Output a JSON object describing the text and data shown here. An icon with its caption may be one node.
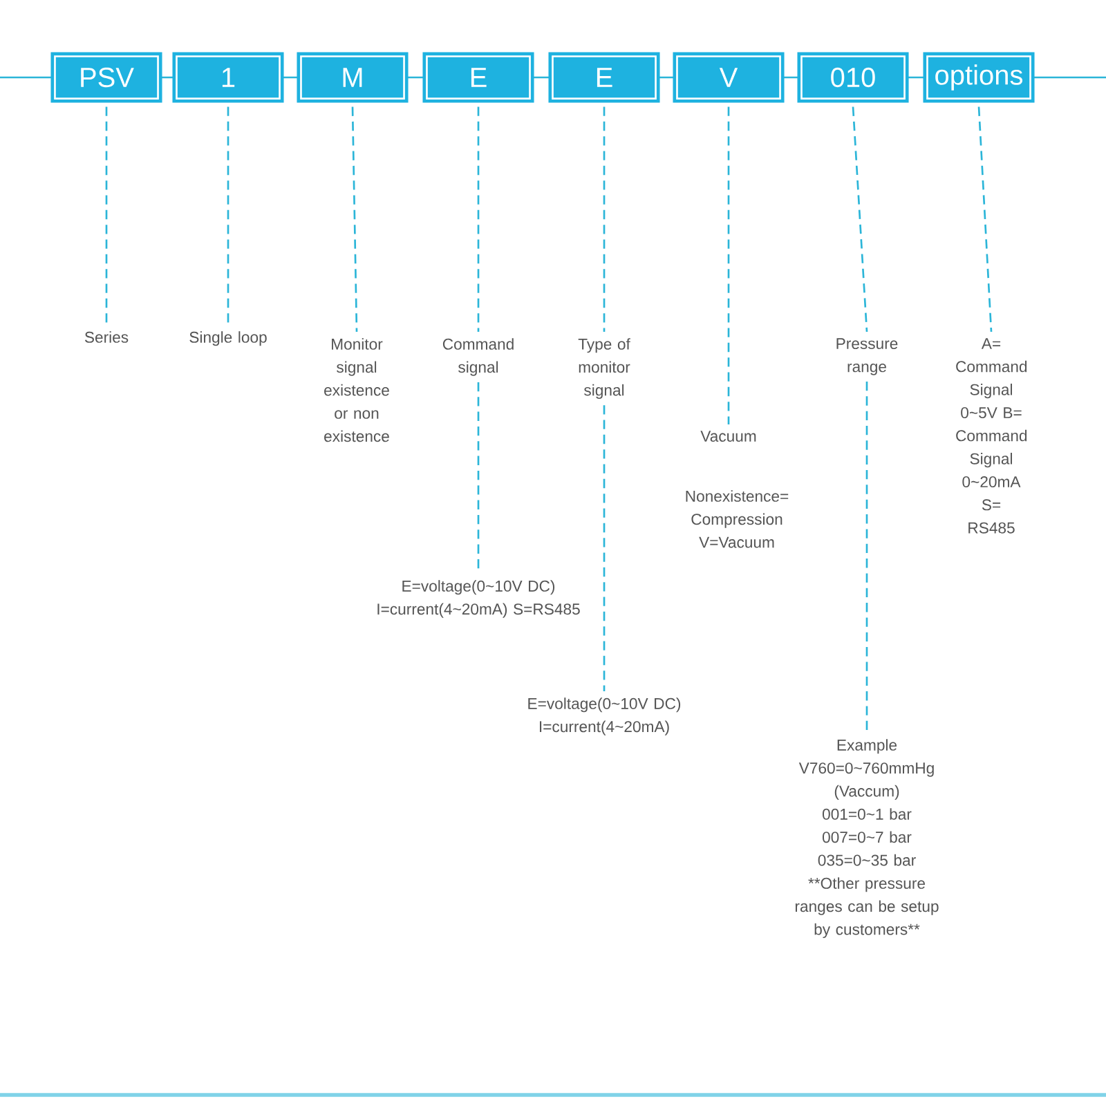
{
  "diagram": {
    "nodes": [
      {
        "text": [
          "PSV"
        ]
      },
      {
        "text": [
          "1"
        ]
      },
      {
        "text": [
          "M"
        ]
      },
      {
        "text": [
          "E"
        ]
      },
      {
        "text": [
          "E"
        ]
      },
      {
        "text": [
          "V"
        ]
      },
      {
        "text": [
          "010"
        ]
      },
      {
        "text": [
          "options"
        ]
      },
      {
        "text": [
          "Series"
        ]
      },
      {
        "text": [
          "Single loop"
        ]
      },
      {
        "text": [
          "Monitor signal existence or non existence"
        ]
      },
      {
        "text": [
          "Command signal"
        ]
      },
      {
        "text": [
          "E=voltage(0~10V DC) I=current(4~20mA) S=RS485"
        ]
      },
      {
        "text": [
          "Type of monitor signal"
        ]
      },
      {
        "text": [
          "E=voltage(0~10V DC) I=current(4~20mA)"
        ]
      },
      {
        "text": [
          "Vacuum"
        ]
      },
      {
        "text": [
          "Pressure range"
        ]
      },
      {
        "text": [
          "Example",
          "V760=0~760mmHg (Vaccum)",
          "001=0~1 bar",
          "007=0~7 bar",
          "035=0~35 bar",
          "**Other pressure ranges can be setup by customers",
          "**"
        ]
      },
      {
        "text": [
          "A= Command Signal 0~5V B= Command Signal 0~20mA S= RS485"
        ]
      }
    ],
    "edges": [
      {
        "from": 0,
        "to": 8,
        "arrow": "none"
      },
      {
        "from": 1,
        "to": 9,
        "arrow": "none"
      },
      {
        "from": 2,
        "to": 10,
        "arrow": "none"
      },
      {
        "from": 3,
        "to": 11,
        "arrow": "none"
      },
      {
        "from": 11,
        "to": 12,
        "arrow": "none"
      },
      {
        "from": 4,
        "to": 13,
        "arrow": "none"
      },
      {
        "from": 13,
        "to": 14,
        "arrow": "none"
      },
      {
        "from": 5,
        "to": 15,
        "arrow": "none"
      },
      {
        "from": 6,
        "to": 16,
        "arrow": "none"
      },
      {
        "from": 16,
        "to": 17,
        "arrow": "none"
      },
      {
        "from": 7,
        "to": 18,
        "arrow": "none"
      }
    ],
    "labels": [
      "Nonexistence= Compression V=Vacuum"
    ]
  }
}
